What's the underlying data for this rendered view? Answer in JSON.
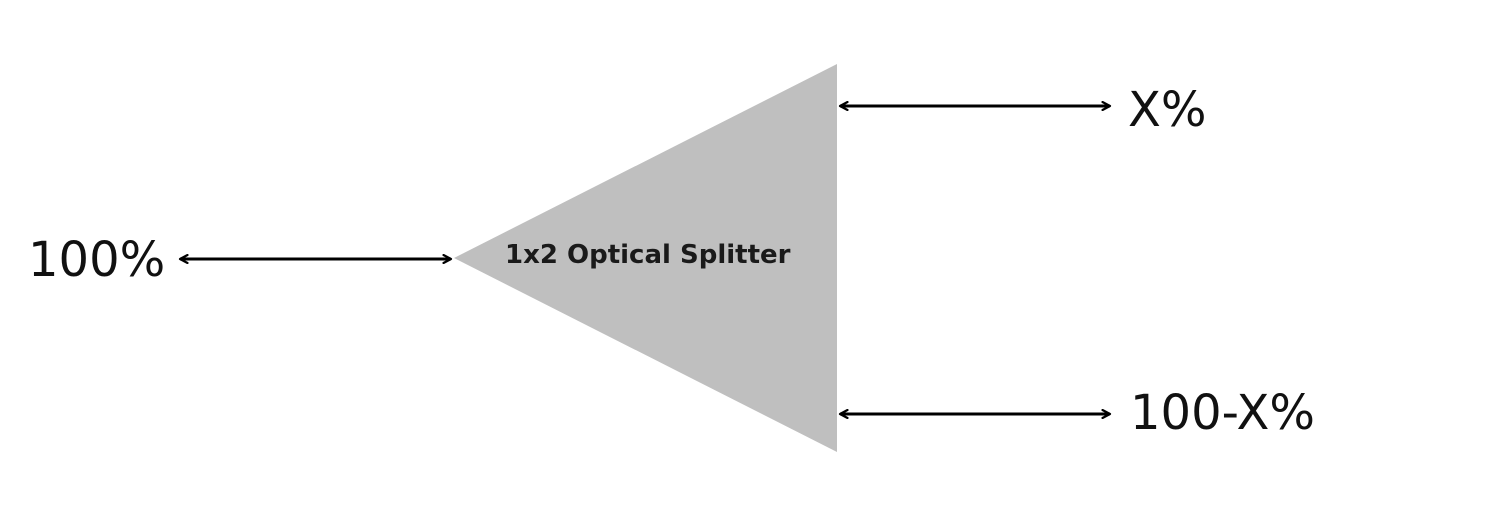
{
  "diagram": {
    "input": {
      "label": "100%"
    },
    "splitter": {
      "label": "1x2 Optical Splitter",
      "fill_color": "#bfbfbf",
      "shape": "triangle"
    },
    "outputs": [
      {
        "label": "X%"
      },
      {
        "label": "100-X%"
      }
    ],
    "arrow_type": "bidirectional",
    "arrow_color": "#000000"
  }
}
